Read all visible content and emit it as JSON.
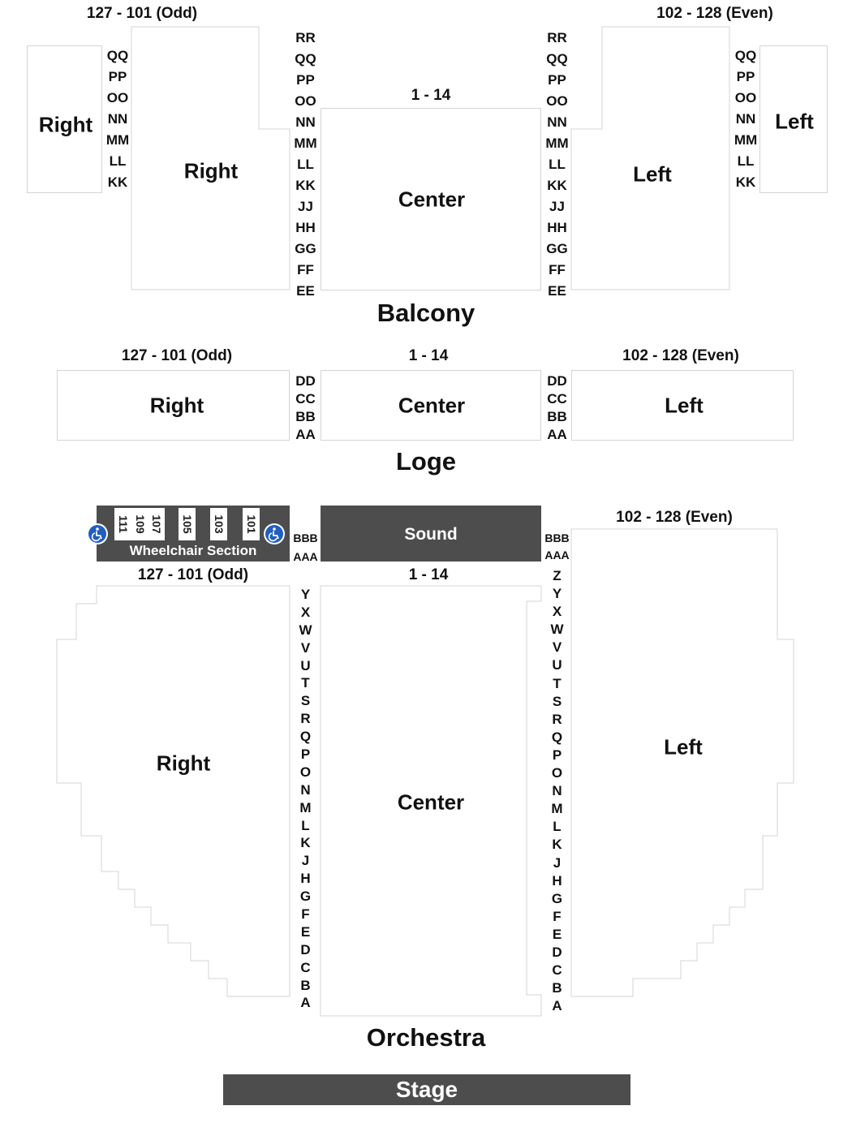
{
  "balcony": {
    "title": "Balcony",
    "header_odd": "127 - 101 (Odd)",
    "header_even": "102 - 128 (Even)",
    "header_center": "1 - 14",
    "far_right_label": "Right",
    "right_label": "Right",
    "center_label": "Center",
    "left_label": "Left",
    "far_left_label": "Left",
    "side_rows": [
      "QQ",
      "PP",
      "OO",
      "NN",
      "MM",
      "LL",
      "KK"
    ],
    "aisle_rows": [
      "RR",
      "QQ",
      "PP",
      "OO",
      "NN",
      "MM",
      "LL",
      "KK",
      "JJ",
      "HH",
      "GG",
      "FF",
      "EE"
    ]
  },
  "loge": {
    "title": "Loge",
    "header_odd": "127 - 101 (Odd)",
    "header_center": "1 - 14",
    "header_even": "102 - 128 (Even)",
    "right_label": "Right",
    "center_label": "Center",
    "left_label": "Left",
    "rows": [
      "DD",
      "CC",
      "BB",
      "AA"
    ]
  },
  "orchestra": {
    "title": "Orchestra",
    "header_odd": "127 - 101 (Odd)",
    "header_center": "1 - 14",
    "header_even": "102 - 128 (Even)",
    "right_label": "Right",
    "center_label": "Center",
    "left_label": "Left",
    "sound_label": "Sound",
    "wheelchair_label": "Wheelchair Section",
    "wheelchair_seats": [
      "111",
      "109",
      "107",
      "105",
      "103",
      "101"
    ],
    "top_rows": [
      "BBB",
      "AAA"
    ],
    "left_aisle_rows": [
      "Y",
      "X",
      "W",
      "V",
      "U",
      "T",
      "S",
      "R",
      "Q",
      "P",
      "O",
      "N",
      "M",
      "L",
      "K",
      "J",
      "H",
      "G",
      "F",
      "E",
      "D",
      "C",
      "B",
      "A"
    ],
    "right_aisle_rows": [
      "Z",
      "Y",
      "X",
      "W",
      "V",
      "U",
      "T",
      "S",
      "R",
      "Q",
      "P",
      "O",
      "N",
      "M",
      "L",
      "K",
      "J",
      "H",
      "G",
      "F",
      "E",
      "D",
      "C",
      "B",
      "A"
    ]
  },
  "stage": {
    "label": "Stage"
  },
  "colors": {
    "block": "#4d4d4d",
    "wheelchair_icon": "#1f5fbf",
    "section_border": "#d4d4d4"
  },
  "icons": {
    "accessibility": "wheelchair-icon"
  }
}
